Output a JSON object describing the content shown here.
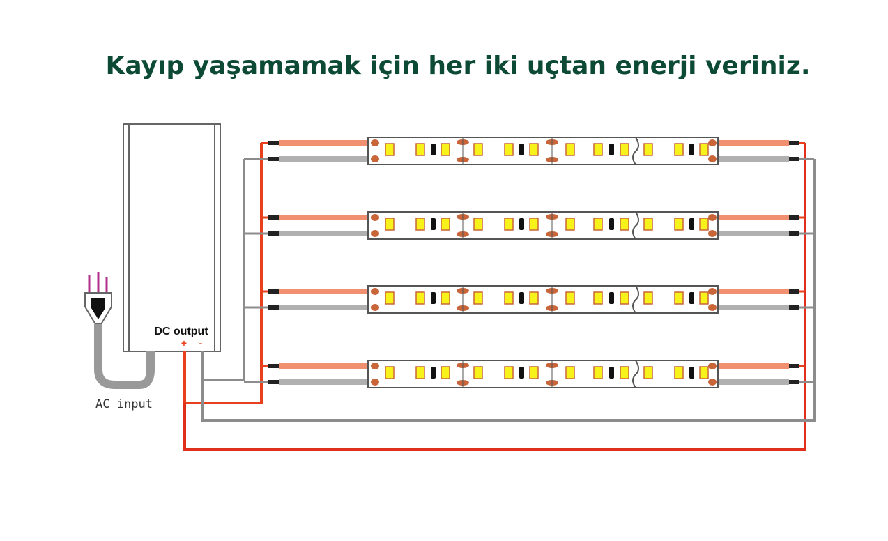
{
  "title": "Kayıp yaşamamak için her iki uçtan enerji veriniz.",
  "diagram": {
    "psu_label": "DC output",
    "plus_label": "+",
    "minus_label": "-",
    "ac_label": "AC input",
    "strip_count": 4,
    "colors": {
      "positive": "#e8401c",
      "negative": "#8c8c8c",
      "led": "#f6f21a",
      "pad": "#c8663a",
      "title": "#0d4a36"
    }
  }
}
